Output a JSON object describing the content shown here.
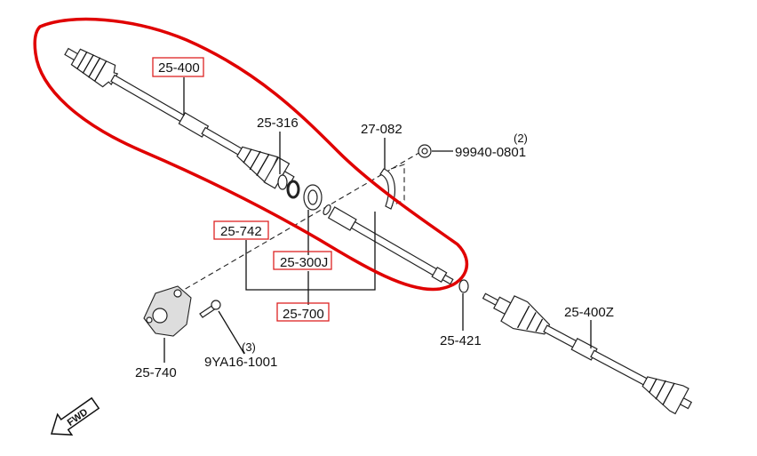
{
  "diagram": {
    "labels": {
      "p25_400": "25-400",
      "p25_316": "25-316",
      "p27_082": "27-082",
      "p99940": "99940-0801",
      "qty2": "(2)",
      "p25_742": "25-742",
      "p25_300j": "25-300J",
      "p25_700": "25-700",
      "p25_421": "25-421",
      "p25_400z": "25-400Z",
      "p25_740": "25-740",
      "p9ya16": "9YA16-1001",
      "qty3": "(3)",
      "fwd": "FWD"
    },
    "colors": {
      "annotation": "#e00000",
      "highlight_box": "#d22222"
    }
  }
}
